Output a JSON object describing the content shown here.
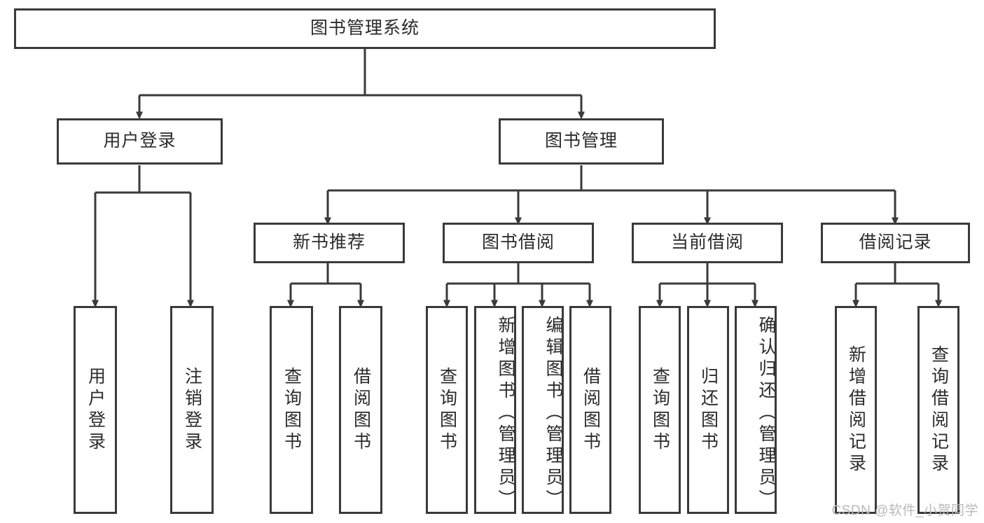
{
  "diagram": {
    "title": "图书管理系统",
    "type": "tree-hierarchy-chart",
    "line_color": "#3a3a3a",
    "text_color": "#2b2b2b",
    "background": "#ffffff"
  },
  "root": {
    "label": "图书管理系统"
  },
  "level2": [
    {
      "label": "用户登录"
    },
    {
      "label": "图书管理"
    }
  ],
  "level3": [
    {
      "label": "新书推荐"
    },
    {
      "label": "图书借阅"
    },
    {
      "label": "当前借阅"
    },
    {
      "label": "借阅记录"
    }
  ],
  "leaves": {
    "user_login": [
      {
        "label": "用户登录"
      },
      {
        "label": "注销登录"
      }
    ],
    "new_book": [
      {
        "label": "查询图书"
      },
      {
        "label": "借阅图书"
      }
    ],
    "book_borrow": [
      {
        "label": "查询图书"
      },
      {
        "label": "新增图书（管理员）"
      },
      {
        "label": "编辑图书（管理员）"
      },
      {
        "label": "借阅图书"
      }
    ],
    "current_borrow": [
      {
        "label": "查询图书"
      },
      {
        "label": "归还图书"
      },
      {
        "label": "确认归还（管理员）"
      }
    ],
    "borrow_record": [
      {
        "label": "新增借阅记录"
      },
      {
        "label": "查询借阅记录"
      }
    ]
  },
  "watermark": {
    "text": "CSDN @软件_小贺同学"
  }
}
